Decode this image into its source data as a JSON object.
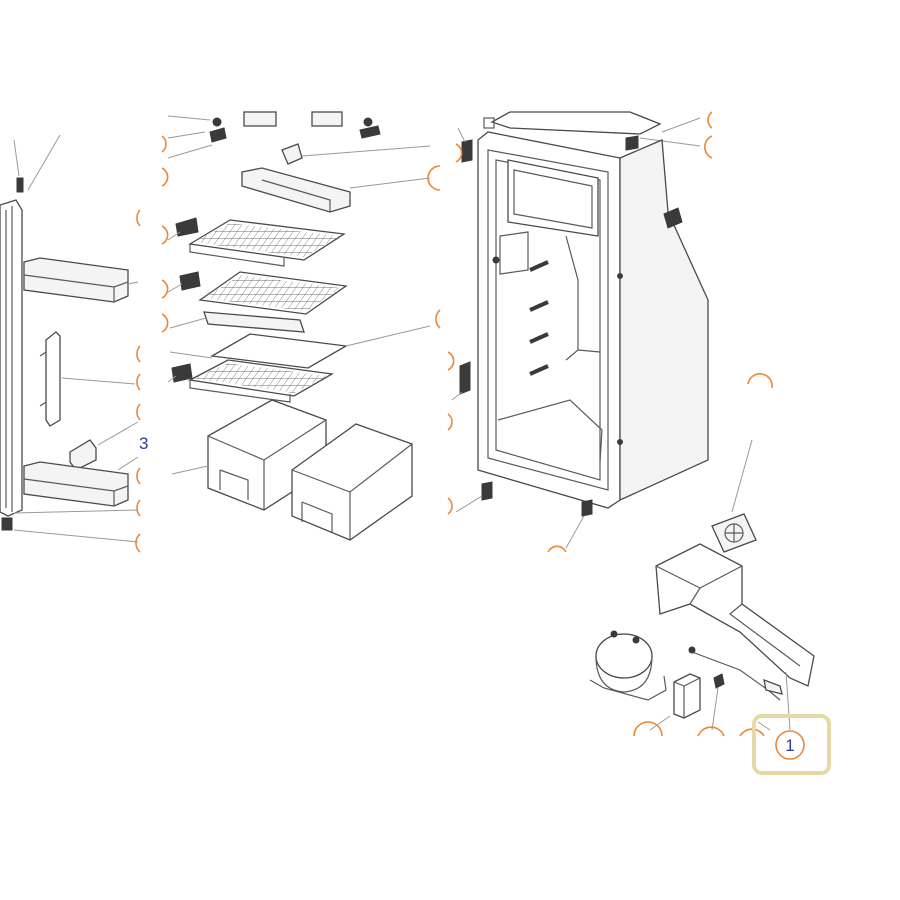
{
  "diagram": {
    "callouts": [
      {
        "id": "callout-1",
        "label": "1",
        "highlighted": true
      },
      {
        "id": "callout-3-left",
        "label": "3"
      }
    ],
    "colors": {
      "callout_arc": "#e8893a",
      "callout_text": "#2d3f8f",
      "highlight_frame": "#e6d9a3",
      "linework": "#4a4a4a"
    }
  }
}
